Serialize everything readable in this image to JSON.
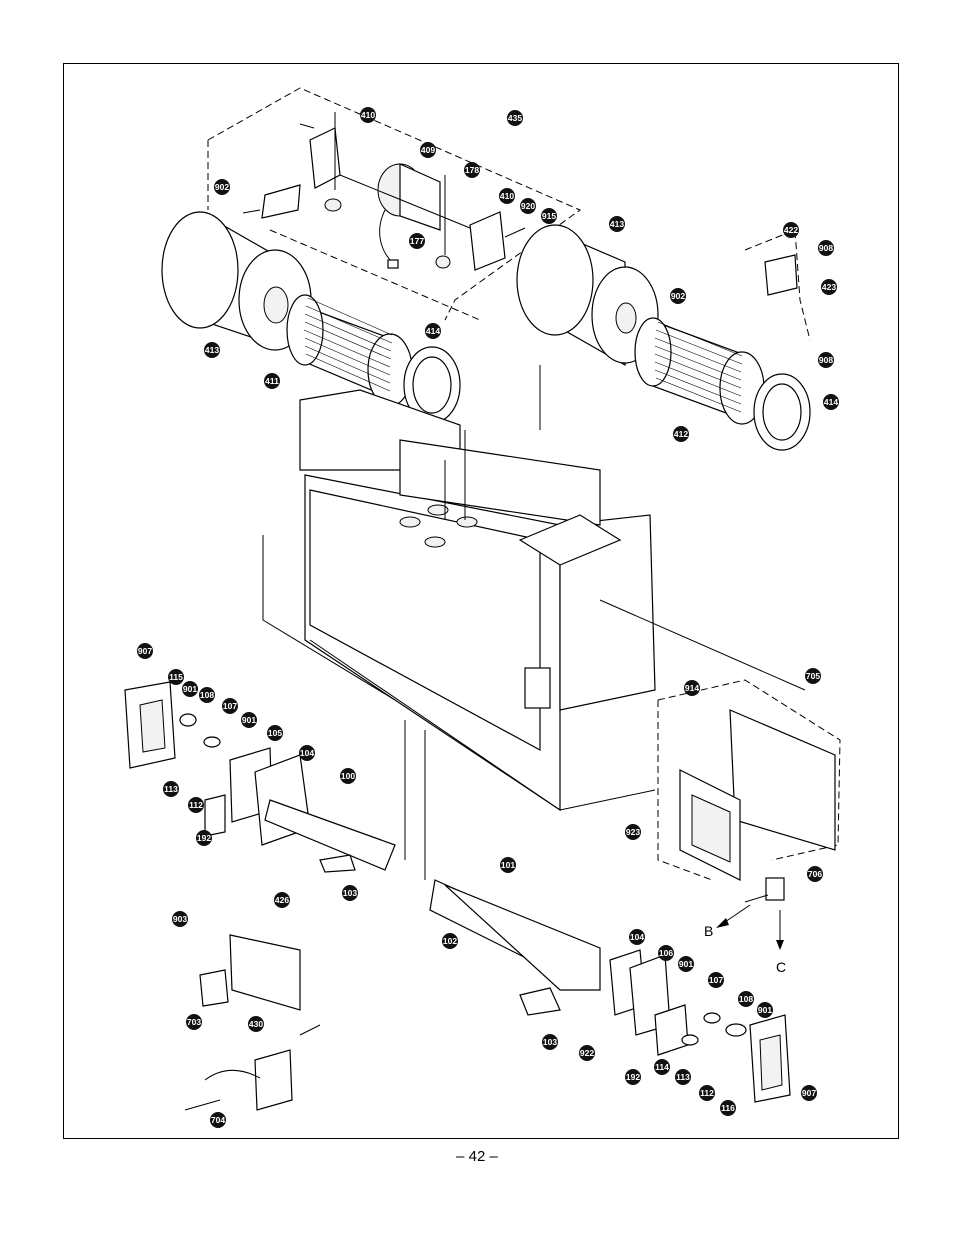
{
  "page": {
    "number": "– 42 –"
  },
  "callouts": {
    "c410a": "410",
    "c435": "435",
    "c409": "409",
    "c178": "178",
    "c902a": "902",
    "c410b": "410",
    "c920": "920",
    "c915": "915",
    "c177": "177",
    "c413a": "413",
    "c414a": "414",
    "c411": "411",
    "c413b": "413",
    "c902b": "902",
    "c422": "422",
    "c908a": "908",
    "c423": "423",
    "c908b": "908",
    "c414b": "414",
    "c412": "412",
    "c907a": "907",
    "c115": "115",
    "c901a": "901",
    "c108a": "108",
    "c107a": "107",
    "c901b": "901",
    "c105": "105",
    "c104a": "104",
    "c100": "100",
    "c113a": "113",
    "c112a": "112",
    "c192a": "192",
    "c103a": "103",
    "c914": "914",
    "c705": "705",
    "c923": "923",
    "c706": "706",
    "c101": "101",
    "c102": "102",
    "c903": "903",
    "c426": "426",
    "c703": "703",
    "c430": "430",
    "c104b": "104",
    "c106": "106",
    "c901c": "901",
    "c107b": "107",
    "c108b": "108",
    "c901d": "901",
    "c103b": "103",
    "c922": "922",
    "c192b": "192",
    "c114": "114",
    "c113b": "113",
    "c112b": "112",
    "c116": "116",
    "c907b": "907",
    "c704": "704"
  },
  "letters": {
    "b": "B",
    "c": "C"
  }
}
